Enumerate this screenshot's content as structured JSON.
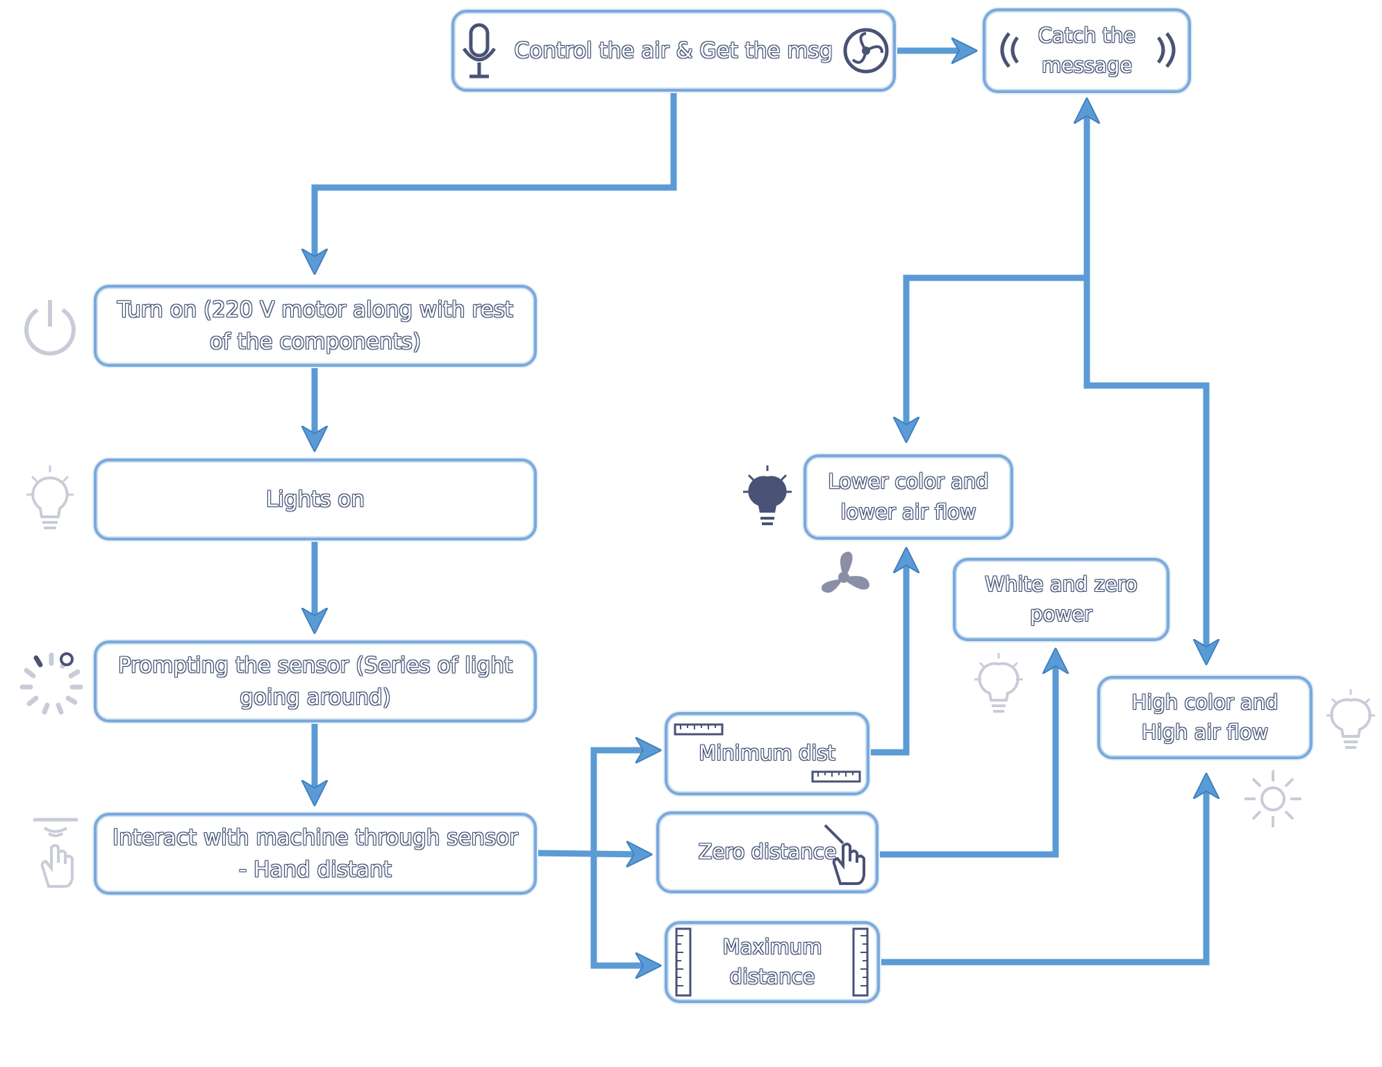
{
  "nodes": {
    "control": "Control the air & Get the msg",
    "catch": "Catch the message",
    "turn_on": "Turn on (220 V motor along with rest of the components)",
    "lights_on": "Lights on",
    "prompting": "Prompting the sensor (Series of light going around)",
    "interact": "Interact with machine through sensor - Hand distant",
    "minimum": "Minimum dist",
    "zero": "Zero distance",
    "maximum": "Maximum distance",
    "lower": "Lower color and lower air flow",
    "white": "White and zero power",
    "high": "High color and High air flow"
  },
  "colors": {
    "connector": "#5b9bd5",
    "connector_dark": "#3f7fbf",
    "box_border": "#7aa9da",
    "icon_gray": "#c8ccd8",
    "icon_dark": "#4a5275"
  },
  "icons": {
    "control_left": "microphone-icon",
    "control_right": "fan-icon",
    "catch_left": "signal-waves-icon",
    "catch_right": "signal-waves-icon",
    "turn_on": "power-icon",
    "lights_on": "lightbulb-icon",
    "prompting": "loading-spinner-icon",
    "interact": "hand-sensor-icon",
    "lower_bulb": "lightbulb-icon",
    "lower_fan": "fan-blades-icon",
    "white_bulb": "lightbulb-icon",
    "high_bulb": "lightbulb-icon",
    "high_sun": "sun-icon",
    "minimum": "ruler-icon",
    "zero": "touch-hand-icon",
    "maximum": "ruler-icon"
  }
}
